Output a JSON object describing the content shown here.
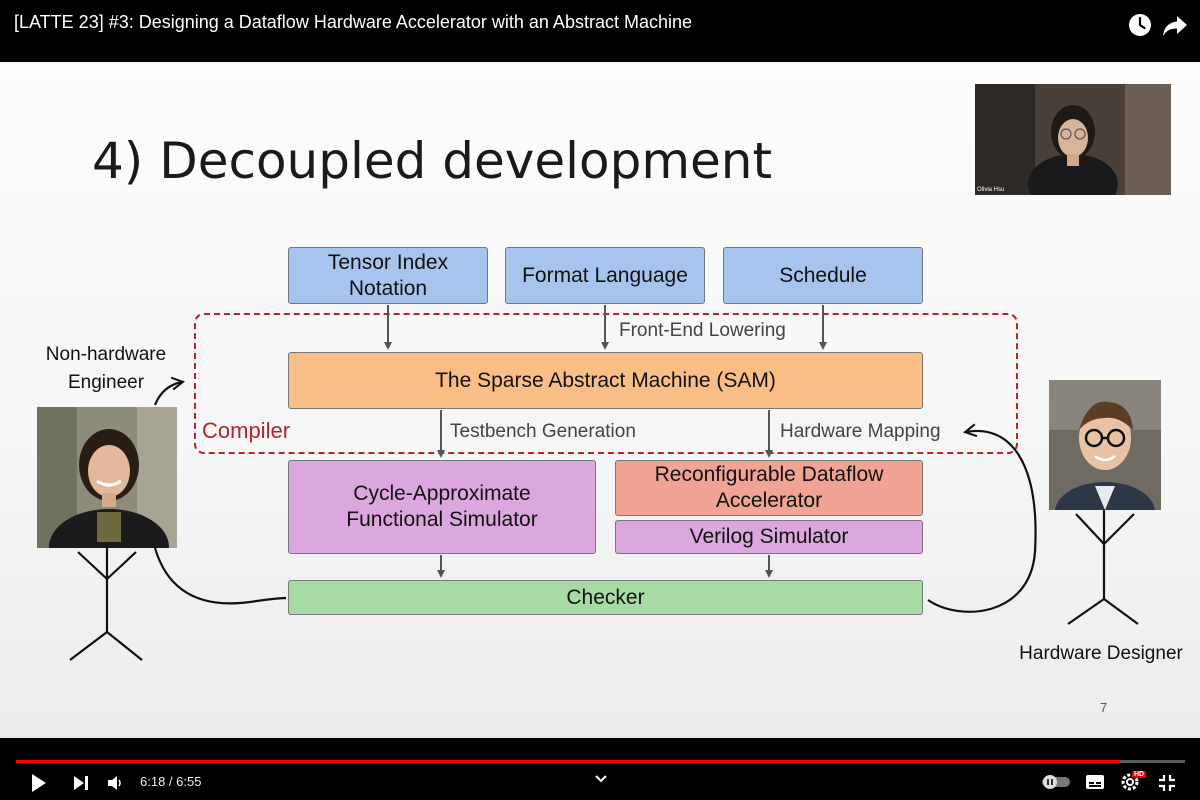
{
  "header": {
    "video_title": "[LATTE 23] #3: Designing a Dataflow Hardware Accelerator with an Abstract Machine",
    "watch_later_icon": "clock-icon",
    "share_icon": "share-arrow-icon"
  },
  "slide": {
    "title": "4) Decoupled development",
    "page_number": "7",
    "webcam_name": "Olivia Hsu",
    "inputs": {
      "tensor_index": "Tensor Index Notation",
      "format_language": "Format Language",
      "schedule": "Schedule"
    },
    "front_end_lowering": "Front-End Lowering",
    "sam": "The Sparse Abstract Machine (SAM)",
    "compiler": "Compiler",
    "testbench_generation": "Testbench Generation",
    "hardware_mapping": "Hardware Mapping",
    "simulator": "Cycle-Approximate Functional Simulator",
    "accelerator": "Reconfigurable Dataflow Accelerator",
    "verilog": "Verilog Simulator",
    "checker": "Checker",
    "non_hw_engineer": "Non-hardware Engineer",
    "hw_designer": "Hardware Designer",
    "colors": {
      "input_box": "#a7c4ef",
      "sam_box": "#f9bd86",
      "simulator_box": "#dca7df",
      "accelerator_box": "#f1a394",
      "checker_box": "#a6dba6",
      "compiler_border": "#b3262c"
    }
  },
  "player": {
    "time": "6:18 / 6:55",
    "progress": 0.9444,
    "buffered": 0.92,
    "progress_color": "#ff0000",
    "icons": [
      "play-icon",
      "next-icon",
      "volume-icon",
      "chevron-up-icon",
      "autoplay-toggle-icon",
      "subtitles-icon",
      "settings-icon",
      "exit-fullscreen-icon"
    ],
    "hd_badge": "HD"
  }
}
